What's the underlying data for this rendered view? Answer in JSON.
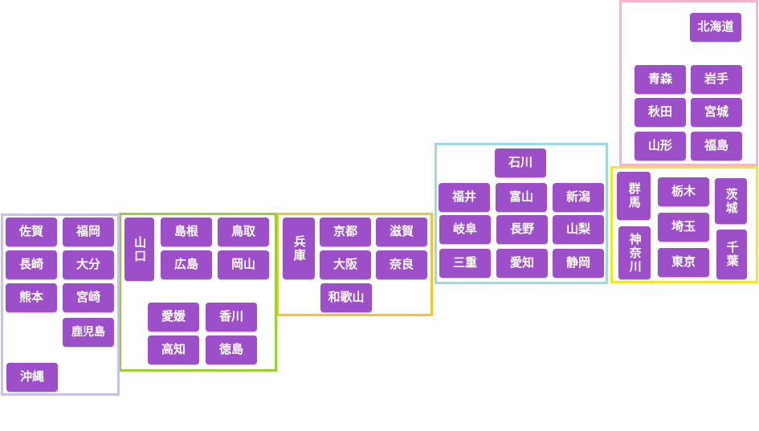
{
  "colors": {
    "button_bg": "#9c4fc9",
    "button_text": "#ffffff",
    "region_kyushu": "#c8c0ea",
    "region_chugoku_shikoku": "#99d12e",
    "region_kinki": "#f2c23a",
    "region_chubu": "#9ed8e2",
    "region_kanto": "#f1e629",
    "region_hokkaido_tohoku": "#f4b5cc"
  },
  "prefectures": {
    "hokkaido": "北海道",
    "aomori": "青森",
    "iwate": "岩手",
    "akita": "秋田",
    "miyagi": "宮城",
    "yamagata": "山形",
    "fukushima": "福島",
    "gunma": "群馬",
    "tochigi": "栃木",
    "ibaraki": "茨城",
    "kanagawa": "神奈川",
    "saitama": "埼玉",
    "tokyo": "東京",
    "chiba": "千葉",
    "ishikawa": "石川",
    "fukui": "福井",
    "toyama": "富山",
    "niigata": "新潟",
    "gifu": "岐阜",
    "nagano": "長野",
    "yamanashi": "山梨",
    "mie": "三重",
    "aichi": "愛知",
    "shizuoka": "静岡",
    "hyogo": "兵庫",
    "kyoto": "京都",
    "shiga": "滋賀",
    "osaka": "大阪",
    "nara": "奈良",
    "wakayama": "和歌山",
    "yamaguchi": "山口",
    "shimane": "島根",
    "tottori": "鳥取",
    "hiroshima": "広島",
    "okayama": "岡山",
    "ehime": "愛媛",
    "kagawa": "香川",
    "kochi": "高知",
    "tokushima": "徳島",
    "saga": "佐賀",
    "fukuoka": "福岡",
    "nagasaki": "長崎",
    "oita": "大分",
    "kumamoto": "熊本",
    "miyazaki": "宮崎",
    "kagoshima": "鹿児島",
    "okinawa": "沖縄"
  }
}
